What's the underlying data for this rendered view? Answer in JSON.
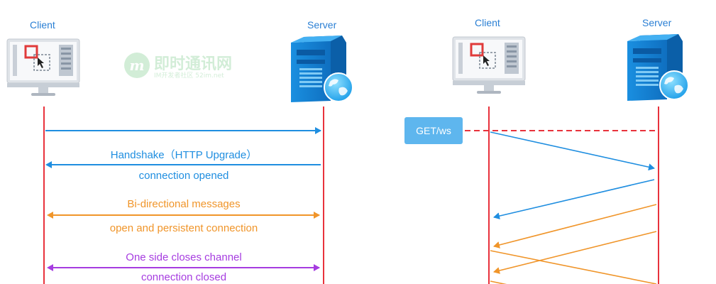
{
  "left_diagram": {
    "client_label": "Client",
    "server_label": "Server",
    "messages": [
      {
        "text": "Handshake（HTTP Upgrade）",
        "color": "#1f8ee0"
      },
      {
        "text": "connection opened",
        "color": "#1f8ee0"
      },
      {
        "text": "Bi-directional messages",
        "color": "#f0952a"
      },
      {
        "text": "open and persistent connection",
        "color": "#f0952a"
      },
      {
        "text": "One side closes channel",
        "color": "#a63ce0"
      },
      {
        "text": "connection closed",
        "color": "#a63ce0"
      }
    ]
  },
  "right_diagram": {
    "client_label": "Client",
    "server_label": "Server",
    "request_label": "GET/ws"
  },
  "watermark": {
    "title": "即时通讯网",
    "subtitle": "IM开发者社区 52im.net",
    "logo_letter": "m"
  },
  "colors": {
    "lifeline": "#e8323c",
    "blue": "#1f8ee0",
    "orange": "#f0952a",
    "purple": "#a63ce0",
    "label": "#2a7fd4",
    "request_box": "#5eb6ee"
  },
  "icons": [
    "monitor-icon",
    "server-icon",
    "globe-icon"
  ]
}
